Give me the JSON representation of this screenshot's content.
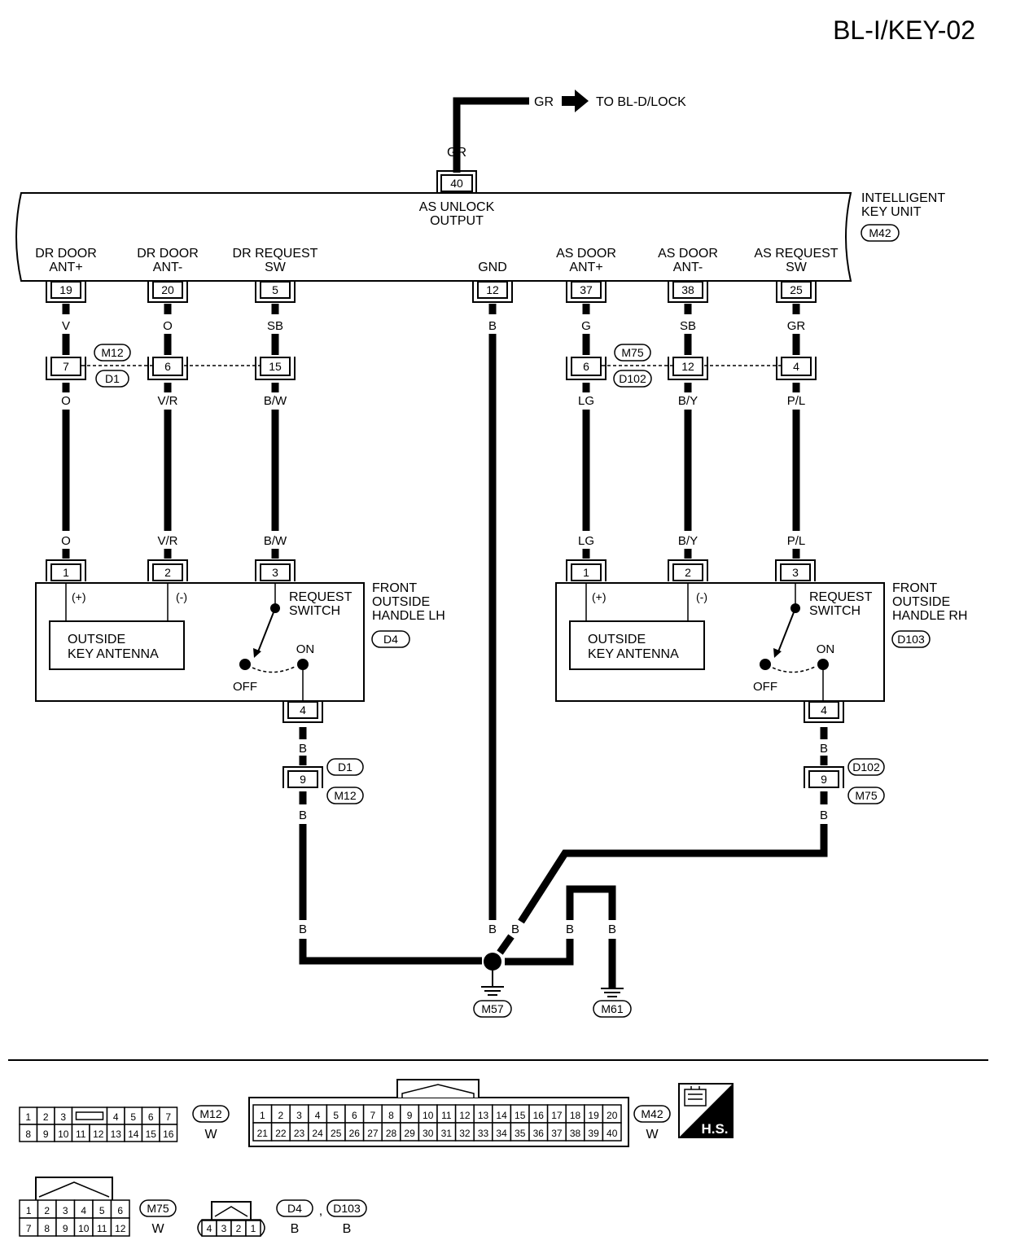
{
  "page_code": "BL-I/KEY-02",
  "top_output": {
    "wire": "GR",
    "arrow_text": "TO BL-D/LOCK",
    "wire_below": "GR",
    "pin": "40",
    "label_lines": [
      "AS UNLOCK",
      "OUTPUT"
    ]
  },
  "unit": {
    "name_lines": [
      "INTELLIGENT",
      "KEY UNIT"
    ],
    "connector": "M42"
  },
  "unit_terminals": [
    {
      "label": [
        "DR DOOR",
        "ANT+"
      ],
      "pin": "19",
      "wire": "V"
    },
    {
      "label": [
        "DR DOOR",
        "ANT-"
      ],
      "pin": "20",
      "wire": "O"
    },
    {
      "label": [
        "DR REQUEST",
        "SW"
      ],
      "pin": "5",
      "wire": "SB"
    },
    {
      "label": [
        "",
        "GND"
      ],
      "pin": "12",
      "wire": "B"
    },
    {
      "label": [
        "AS DOOR",
        "ANT+"
      ],
      "pin": "37",
      "wire": "G"
    },
    {
      "label": [
        "AS DOOR",
        "ANT-"
      ],
      "pin": "38",
      "wire": "SB"
    },
    {
      "label": [
        "AS REQUEST",
        "SW"
      ],
      "pin": "25",
      "wire": "GR"
    }
  ],
  "left_joint": {
    "upper": "M12",
    "lower": "D1",
    "pins": [
      "7",
      "6",
      "15"
    ],
    "wires_below": [
      "O",
      "V/R",
      "B/W"
    ],
    "wires_at_handle": [
      "O",
      "V/R",
      "B/W"
    ]
  },
  "right_joint": {
    "upper": "M75",
    "lower": "D102",
    "pins": [
      "6",
      "12",
      "4"
    ],
    "wires_below": [
      "LG",
      "B/Y",
      "P/L"
    ],
    "wires_at_handle": [
      "LG",
      "B/Y",
      "P/L"
    ]
  },
  "left_handle": {
    "name_lines": [
      "FRONT",
      "OUTSIDE",
      "HANDLE LH"
    ],
    "connector": "D4",
    "pins": [
      "1",
      "2",
      "3"
    ],
    "plus": "(+)",
    "minus": "(-)",
    "antenna_lines": [
      "OUTSIDE",
      "KEY ANTENNA"
    ],
    "switch_lines": [
      "REQUEST",
      "SWITCH"
    ],
    "on": "ON",
    "off": "OFF",
    "ground_pin": "4",
    "wire_below": "B",
    "joint_pin": "9",
    "joint_upper": "D1",
    "joint_lower": "M12",
    "wire_after": "B"
  },
  "right_handle": {
    "name_lines": [
      "FRONT",
      "OUTSIDE",
      "HANDLE RH"
    ],
    "connector": "D103",
    "pins": [
      "1",
      "2",
      "3"
    ],
    "plus": "(+)",
    "minus": "(-)",
    "antenna_lines": [
      "OUTSIDE",
      "KEY ANTENNA"
    ],
    "switch_lines": [
      "REQUEST",
      "SWITCH"
    ],
    "on": "ON",
    "off": "OFF",
    "ground_pin": "4",
    "wire_below": "B",
    "joint_pin": "9",
    "joint_upper": "D102",
    "joint_lower": "M75",
    "wire_after": "B"
  },
  "ground": {
    "w_left": "B",
    "w_center": "B",
    "w_diag": "B",
    "w_loop1": "B",
    "w_loop2": "B",
    "g1": "M57",
    "g2": "M61"
  },
  "connectors": {
    "m12": {
      "row1": [
        "1",
        "2",
        "3",
        "",
        "4",
        "5",
        "6",
        "7"
      ],
      "row2": [
        "8",
        "9",
        "10",
        "11",
        "12",
        "13",
        "14",
        "15",
        "16"
      ],
      "id": "M12",
      "color": "W"
    },
    "m42": {
      "row1": [
        "1",
        "2",
        "3",
        "4",
        "5",
        "6",
        "7",
        "8",
        "9",
        "10",
        "11",
        "12",
        "13",
        "14",
        "15",
        "16",
        "17",
        "18",
        "19",
        "20"
      ],
      "row2": [
        "21",
        "22",
        "23",
        "24",
        "25",
        "26",
        "27",
        "28",
        "29",
        "30",
        "31",
        "32",
        "33",
        "34",
        "35",
        "36",
        "37",
        "38",
        "39",
        "40"
      ],
      "id": "M42",
      "color": "W"
    },
    "hs": "H.S.",
    "m75": {
      "row1": [
        "1",
        "2",
        "3",
        "4",
        "5",
        "6"
      ],
      "row2": [
        "7",
        "8",
        "9",
        "10",
        "11",
        "12"
      ],
      "id": "M75",
      "color": "W"
    },
    "d4": {
      "row": [
        "4",
        "3",
        "2",
        "1"
      ],
      "id1": "D4",
      "color1": "B",
      "sep": ",",
      "id2": "D103",
      "color2": "B"
    }
  }
}
